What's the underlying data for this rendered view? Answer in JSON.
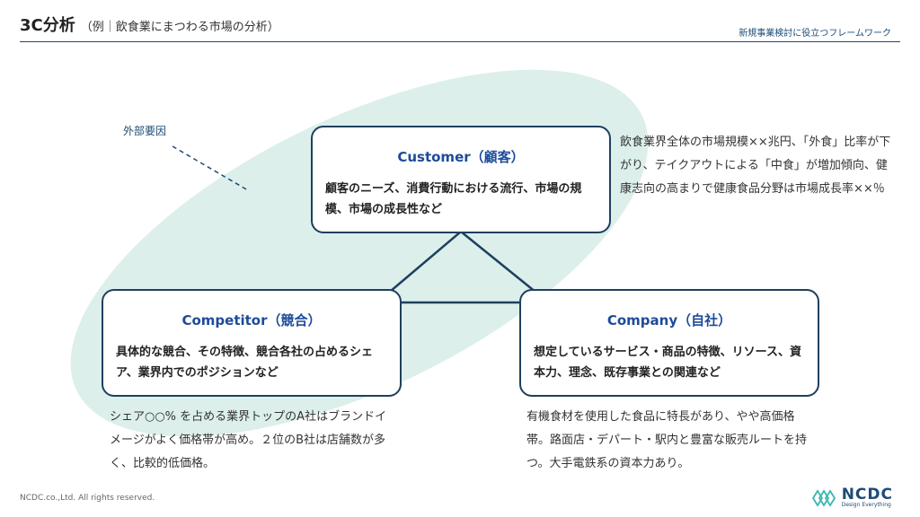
{
  "header": {
    "title": "3C分析",
    "subtitle": "（例｜飲食業にまつわる市場の分析）",
    "right_text": "新規事業検討に役立つフレームワーク"
  },
  "external_label": "外部要因",
  "customer": {
    "title": "Customer（顧客）",
    "body": "顧客のニーズ、消費行動における流行、市場の規模、市場の成長性など",
    "note": "飲食業界全体の市場規模××兆円、「外食」比率が下がり、テイクアウトによる「中食」が増加傾向、健康志向の高まりで健康食品分野は市場成長率××％"
  },
  "competitor": {
    "title": "Competitor（競合）",
    "body": "具体的な競合、その特徴、競合各社の占めるシェア、業界内でのポジションなど",
    "note": "シェア○○% を占める業界トップのA社はブランドイメージがよく価格帯が高め。２位のB社は店舗数が多く、比較的低価格。"
  },
  "company": {
    "title": "Company（自社）",
    "body": "想定しているサービス・商品の特徴、リソース、資本力、理念、既存事業との関連など",
    "note": "有機食材を使用した食品に特長があり、やや高価格帯。路面店・デパート・駅内と豊富な販売ルートを持つ。大手電鉄系の資本力あり。"
  },
  "footer": {
    "copyright": "NCDC.co.,Ltd. All rights reserved.",
    "logo_name": "NCDC",
    "logo_tagline": "Design Everything"
  },
  "colors": {
    "navy": "#1f3f5f",
    "accent_blue": "#1e4b9a",
    "ellipse_fill": "#dcefeb",
    "logo_teal": "#3bb6b0"
  }
}
